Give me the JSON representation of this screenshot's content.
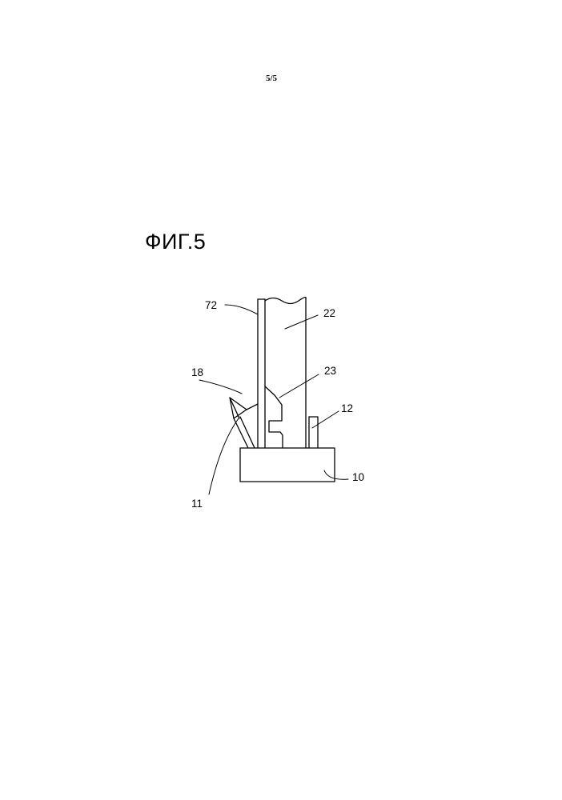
{
  "page": {
    "number": "5/5",
    "figure_title": "ФИГ.5"
  },
  "drawing": {
    "reference_labels": {
      "panel": "72",
      "board": "22",
      "board_groove_edge": "23",
      "clip_hook": "18",
      "clip_foot": "12",
      "base": "10",
      "clip_body": "11"
    }
  }
}
